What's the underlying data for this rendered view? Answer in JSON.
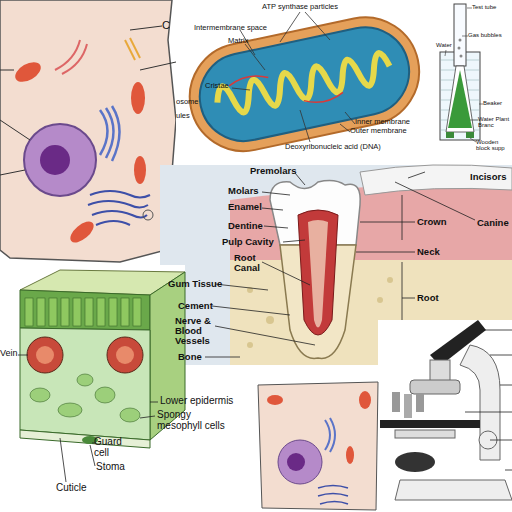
{
  "diagram": {
    "labels": [
      "C",
      "ATP synthase particles",
      "Intermembrane space",
      "Matrix",
      "Cristae",
      "osome",
      "ules",
      "Inner membrane",
      "Outer membrane",
      "Deoxyribonucleic acid (DNA)",
      "Test tube",
      "Gas bubbles",
      "Water",
      "Beaker",
      "Water Plant Branc",
      "Wooden block supp",
      "Premolars",
      "Incisors",
      "Molars",
      "Canine",
      "Enamel",
      "Crown",
      "Dentine",
      "Pulp Cavity",
      "Neck",
      "Root Canal",
      "Root",
      "Gum Tissue",
      "Cement",
      "Nerve & Blood Vessels",
      "Bone",
      "Vein",
      "Lower epidermis",
      "Spongy mesophyll cells",
      "Guard cell",
      "Stoma",
      "Cuticle"
    ]
  }
}
